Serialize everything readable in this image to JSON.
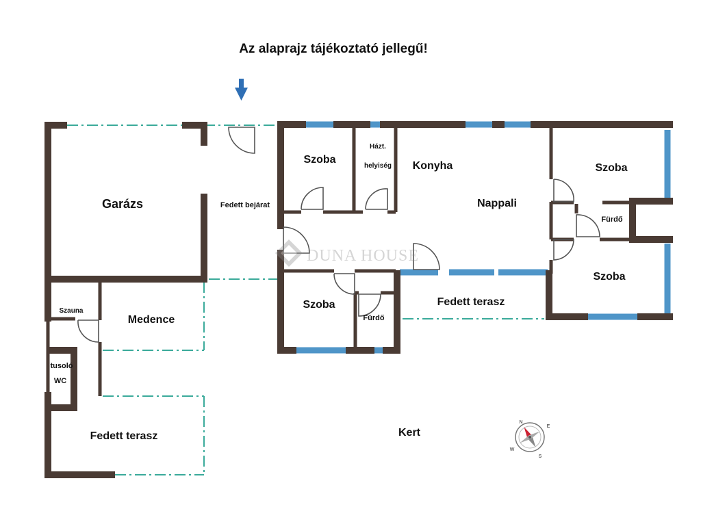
{
  "title": "Az alaprajz tájékoztató jellegű!",
  "watermark": "DUNA HOUSE",
  "colors": {
    "wall": "#4a3b34",
    "window": "#4f95c8",
    "open_edge": "#3aaa9a",
    "arrow": "#2f6fb5",
    "door": "#555555"
  },
  "icons": {
    "entrance_arrow": "arrow-down-icon",
    "compass": "compass-icon",
    "watermark_logo": "house-logo-icon"
  },
  "rooms": {
    "garage": "Garázs",
    "covered_entrance": "Fedett bejárat",
    "bedroom_top": "Szoba",
    "utility_line1": "Házt.",
    "utility_line2": "helyiség",
    "kitchen": "Konyha",
    "living_room": "Nappali",
    "bedroom_right_top": "Szoba",
    "bathroom_right": "Fürdő",
    "bedroom_right_bottom": "Szoba",
    "covered_terrace_mid": "Fedett terasz",
    "bedroom_bottom": "Szoba",
    "bathroom_bottom": "Fürdő",
    "sauna": "Szauna",
    "pool": "Medence",
    "shower": "tusoló",
    "wc": "WC",
    "covered_terrace_left": "Fedett terasz",
    "garden": "Kert"
  },
  "compass_letters": [
    "N",
    "E",
    "S",
    "W"
  ]
}
